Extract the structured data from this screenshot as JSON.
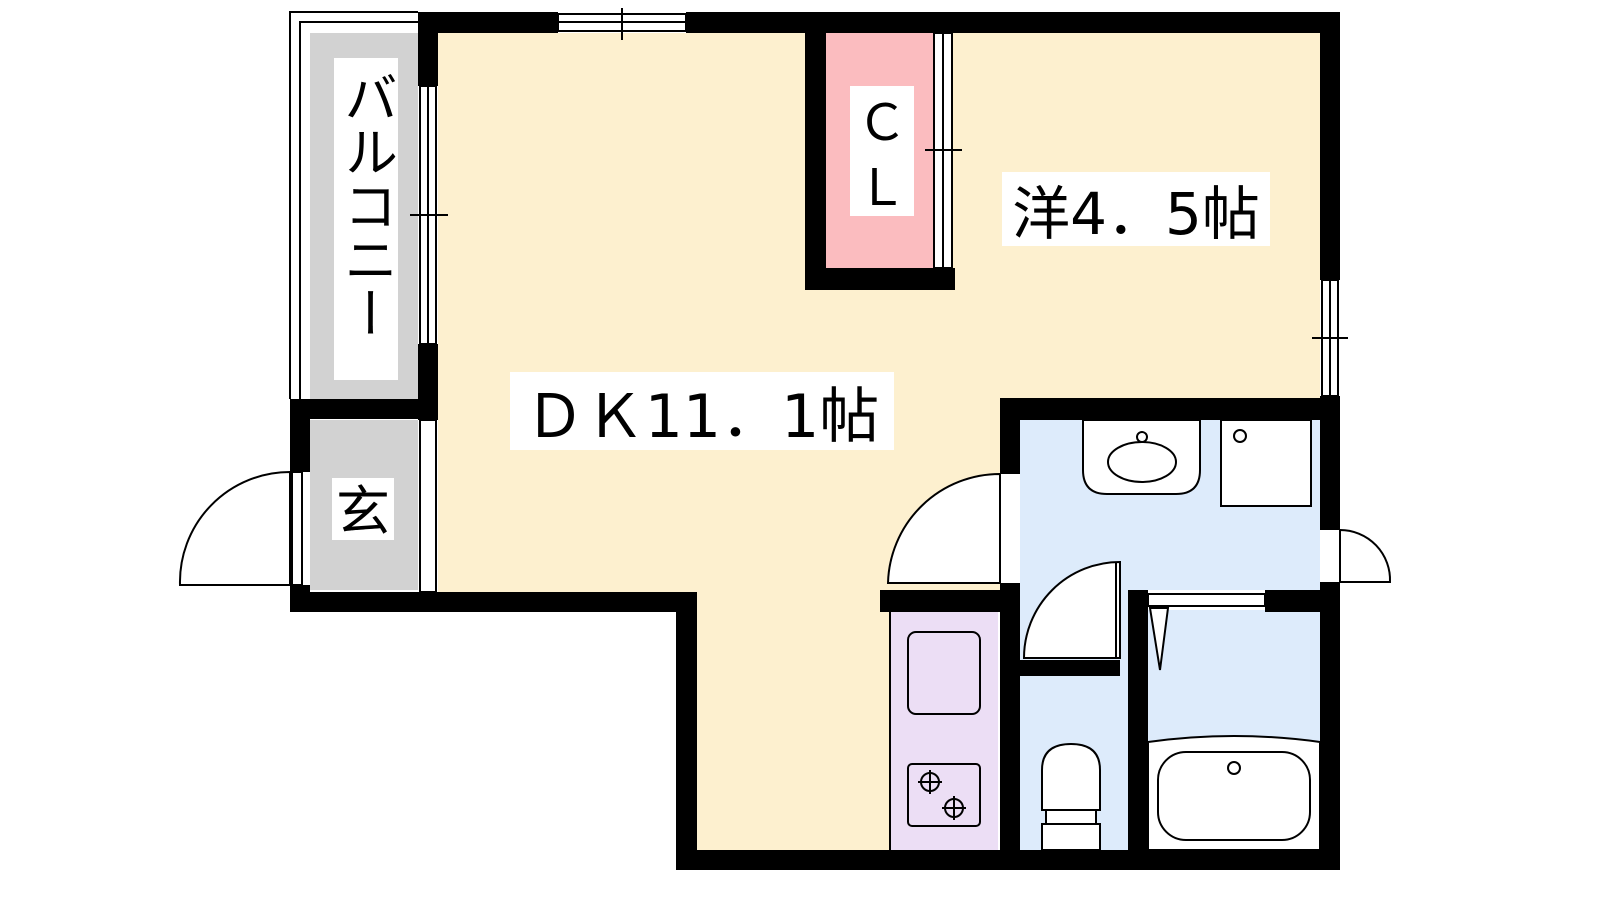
{
  "rooms": {
    "dk": {
      "label": "ＤＫ11．1帖"
    },
    "western": {
      "label": "洋4．5帖"
    },
    "closet": {
      "label_line1": "Ｃ",
      "label_line2": "Ｌ"
    },
    "balcony": {
      "label": "バルコニー"
    },
    "entrance": {
      "label": "玄"
    }
  },
  "colors": {
    "floor": "#fdf0cf",
    "closet": "#fbbcbf",
    "wet_area": "#ddebfb",
    "kitchen": "#ecdef5",
    "balcony": "#d2d2d2",
    "wall": "#000000"
  },
  "icons": [
    "sink-icon",
    "washer-icon",
    "toilet-icon",
    "bathtub-icon",
    "stove-icon",
    "kitchen-sink-icon"
  ]
}
